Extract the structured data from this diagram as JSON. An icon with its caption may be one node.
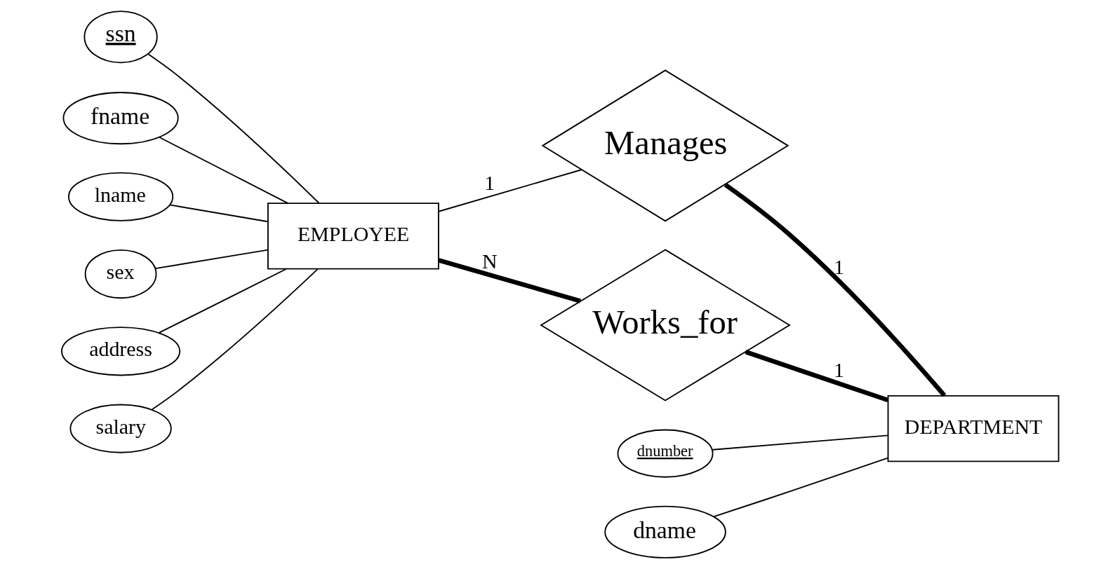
{
  "diagram": {
    "nodes": [
      {
        "text": [
          "ssn"
        ]
      },
      {
        "text": [
          "fname"
        ]
      },
      {
        "text": [
          "Manages"
        ]
      },
      {
        "text": [
          "dnumber"
        ]
      },
      {
        "text": [
          "dname"
        ]
      },
      {
        "text": [
          "EMPLOYEE"
        ]
      },
      {
        "text": [
          "DEPARTMENT"
        ]
      },
      {
        "text": [
          "lname"
        ]
      },
      {
        "text": [
          "sex"
        ]
      },
      {
        "text": [
          "address"
        ]
      },
      {
        "text": [
          "salary"
        ]
      },
      {
        "text": [
          "Works_for"
        ]
      }
    ],
    "edges": [
      {
        "from": 0,
        "to": 5,
        "arrow": "none"
      },
      {
        "from": 1,
        "to": 5,
        "arrow": "none"
      },
      {
        "from": 3,
        "to": 6,
        "arrow": "none"
      },
      {
        "from": 4,
        "to": 6,
        "arrow": "none"
      },
      {
        "from": 5,
        "to": 7,
        "arrow": "none"
      },
      {
        "from": 5,
        "to": 9,
        "arrow": "none"
      },
      {
        "from": 5,
        "to": 8,
        "arrow": "none"
      },
      {
        "from": 5,
        "to": 10,
        "arrow": "none"
      },
      {
        "from": 5,
        "to": 2,
        "arrow": "none",
        "label": "1"
      },
      {
        "from": 2,
        "to": 6,
        "arrow": "none",
        "label": "1",
        "style": "thick"
      },
      {
        "from": 5,
        "to": 11,
        "arrow": "none",
        "label": "N",
        "style": "thick"
      },
      {
        "from": 11,
        "to": 6,
        "arrow": "none",
        "label": "1",
        "style": "thick"
      }
    ]
  }
}
